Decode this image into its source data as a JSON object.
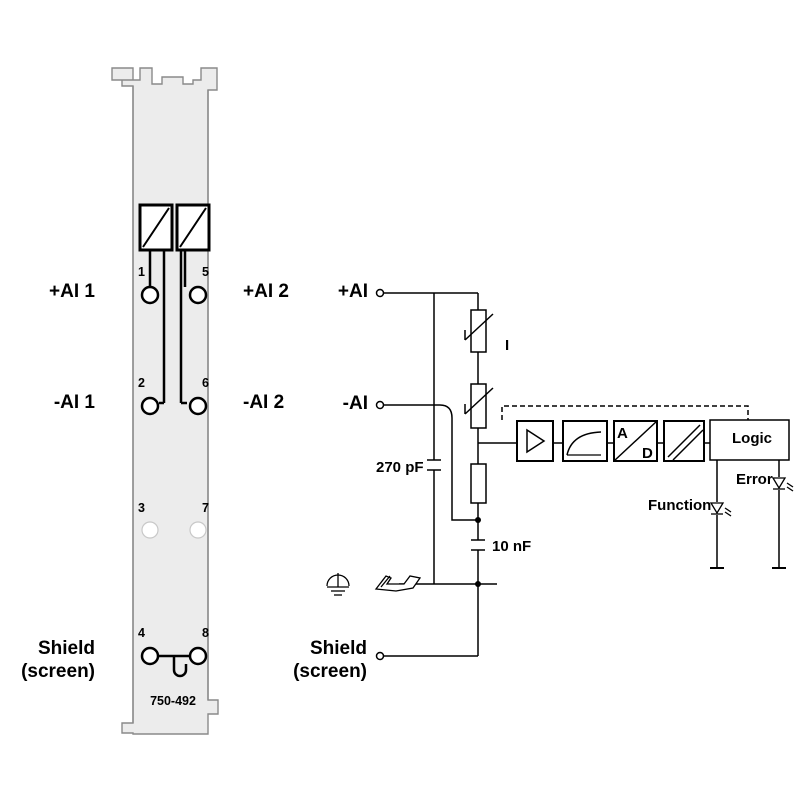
{
  "module": {
    "part_number": "750-492",
    "terminals": [
      {
        "number": "1",
        "signal": "+AI 1"
      },
      {
        "number": "5",
        "signal": "+AI 2"
      },
      {
        "number": "2",
        "signal": "-AI 1"
      },
      {
        "number": "6",
        "signal": "-AI 2"
      },
      {
        "number": "3",
        "signal": ""
      },
      {
        "number": "7",
        "signal": ""
      },
      {
        "number": "4",
        "signal": "Shield (screen)"
      },
      {
        "number": "8",
        "signal": ""
      }
    ],
    "labels": {
      "ai1_plus": "+AI 1",
      "ai2_plus": "+AI 2",
      "ai1_minus": "-AI 1",
      "ai2_minus": "-AI 2",
      "shield_line1": "Shield",
      "shield_line2": "(screen)"
    }
  },
  "schematic": {
    "input_plus": "+AI",
    "input_minus": "-AI",
    "shield_line1": "Shield",
    "shield_line2": "(screen)",
    "capacitor_1": "270 pF",
    "capacitor_2": "10 nF",
    "current_label": "I",
    "adc_a": "A",
    "adc_d": "D",
    "logic": "Logic",
    "led_function": "Function",
    "led_error": "Error"
  },
  "colors": {
    "line": "#000000",
    "module_outline": "#8a8a8a",
    "module_fill": "#d8d8d8",
    "inactive_terminal": "#c8c8c8"
  }
}
